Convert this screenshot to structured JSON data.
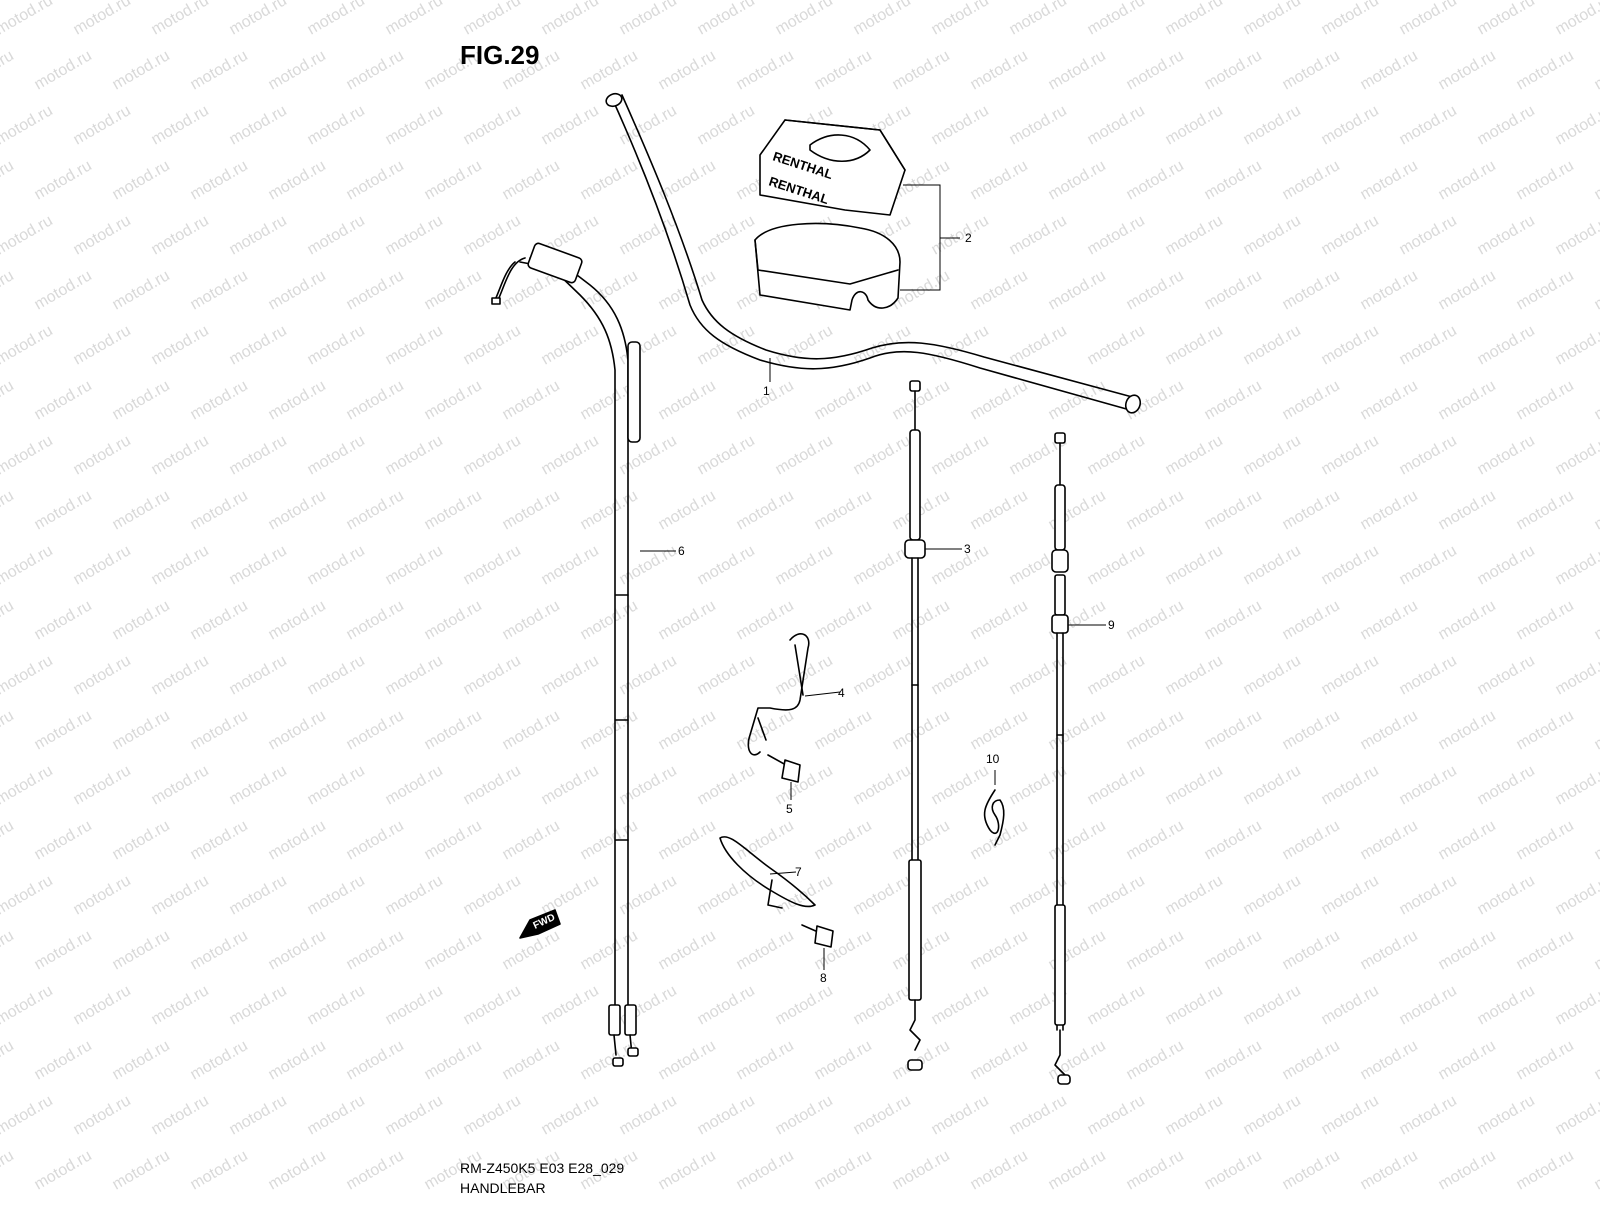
{
  "figure": {
    "title": "FIG.29",
    "model_code": "RM-Z450K5 E03 E28_029",
    "section_name": "HANDLEBAR"
  },
  "watermark": {
    "text": "motod.ru",
    "color": "#d9d9d9"
  },
  "pad_brand": "RENTHAL",
  "fwd_label": "FWD",
  "callouts": [
    {
      "id": "1",
      "part": "handlebar"
    },
    {
      "id": "2",
      "part": "handlebar-pad-set"
    },
    {
      "id": "3",
      "part": "clutch-cable"
    },
    {
      "id": "4",
      "part": "cable-guide"
    },
    {
      "id": "5",
      "part": "bolt"
    },
    {
      "id": "6",
      "part": "throttle-cable"
    },
    {
      "id": "7",
      "part": "cable-clamp"
    },
    {
      "id": "8",
      "part": "bolt"
    },
    {
      "id": "9",
      "part": "hot-start-cable"
    },
    {
      "id": "10",
      "part": "cable-clip"
    }
  ]
}
